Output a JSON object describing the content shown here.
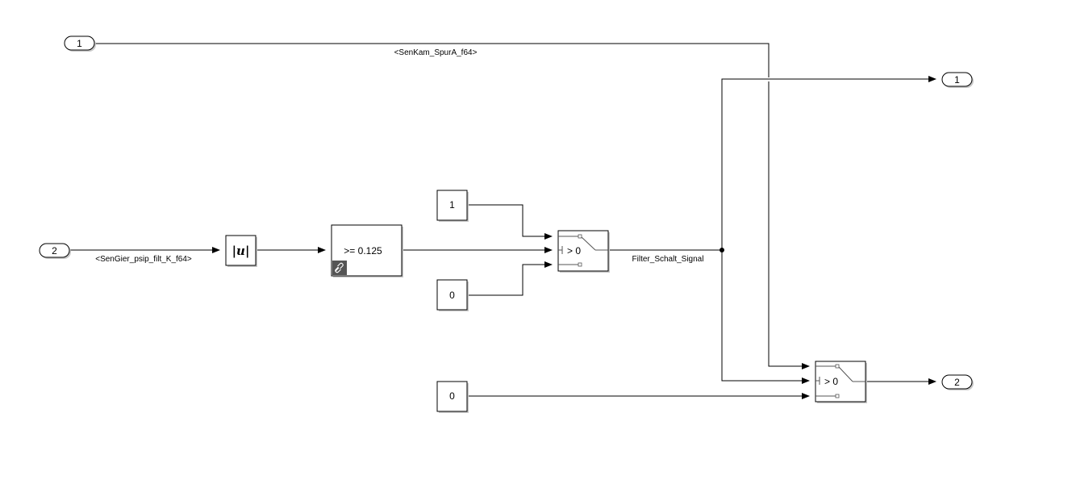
{
  "diagram": {
    "type": "simulink-subsystem",
    "inports": [
      {
        "number": "1",
        "signal_label": "<SenKam_SpurA_f64>"
      },
      {
        "number": "2",
        "signal_label": "<SenGier_psip_filt_K_f64>"
      }
    ],
    "outports": [
      {
        "number": "1"
      },
      {
        "number": "2"
      }
    ],
    "blocks": {
      "abs": {
        "label": "|u|",
        "type": "Abs"
      },
      "compare": {
        "label": ">= 0.125",
        "type": "Compare To Constant",
        "library_link": true,
        "link_icon": "link-icon"
      },
      "const_top": {
        "value": "1"
      },
      "const_mid": {
        "value": "0"
      },
      "const_bottom": {
        "value": "0"
      },
      "switch1": {
        "criteria": "> 0",
        "type": "Switch"
      },
      "switch2": {
        "criteria": "> 0",
        "type": "Switch"
      }
    },
    "signals": {
      "switch1_out": "Filter_Schalt_Signal"
    }
  }
}
